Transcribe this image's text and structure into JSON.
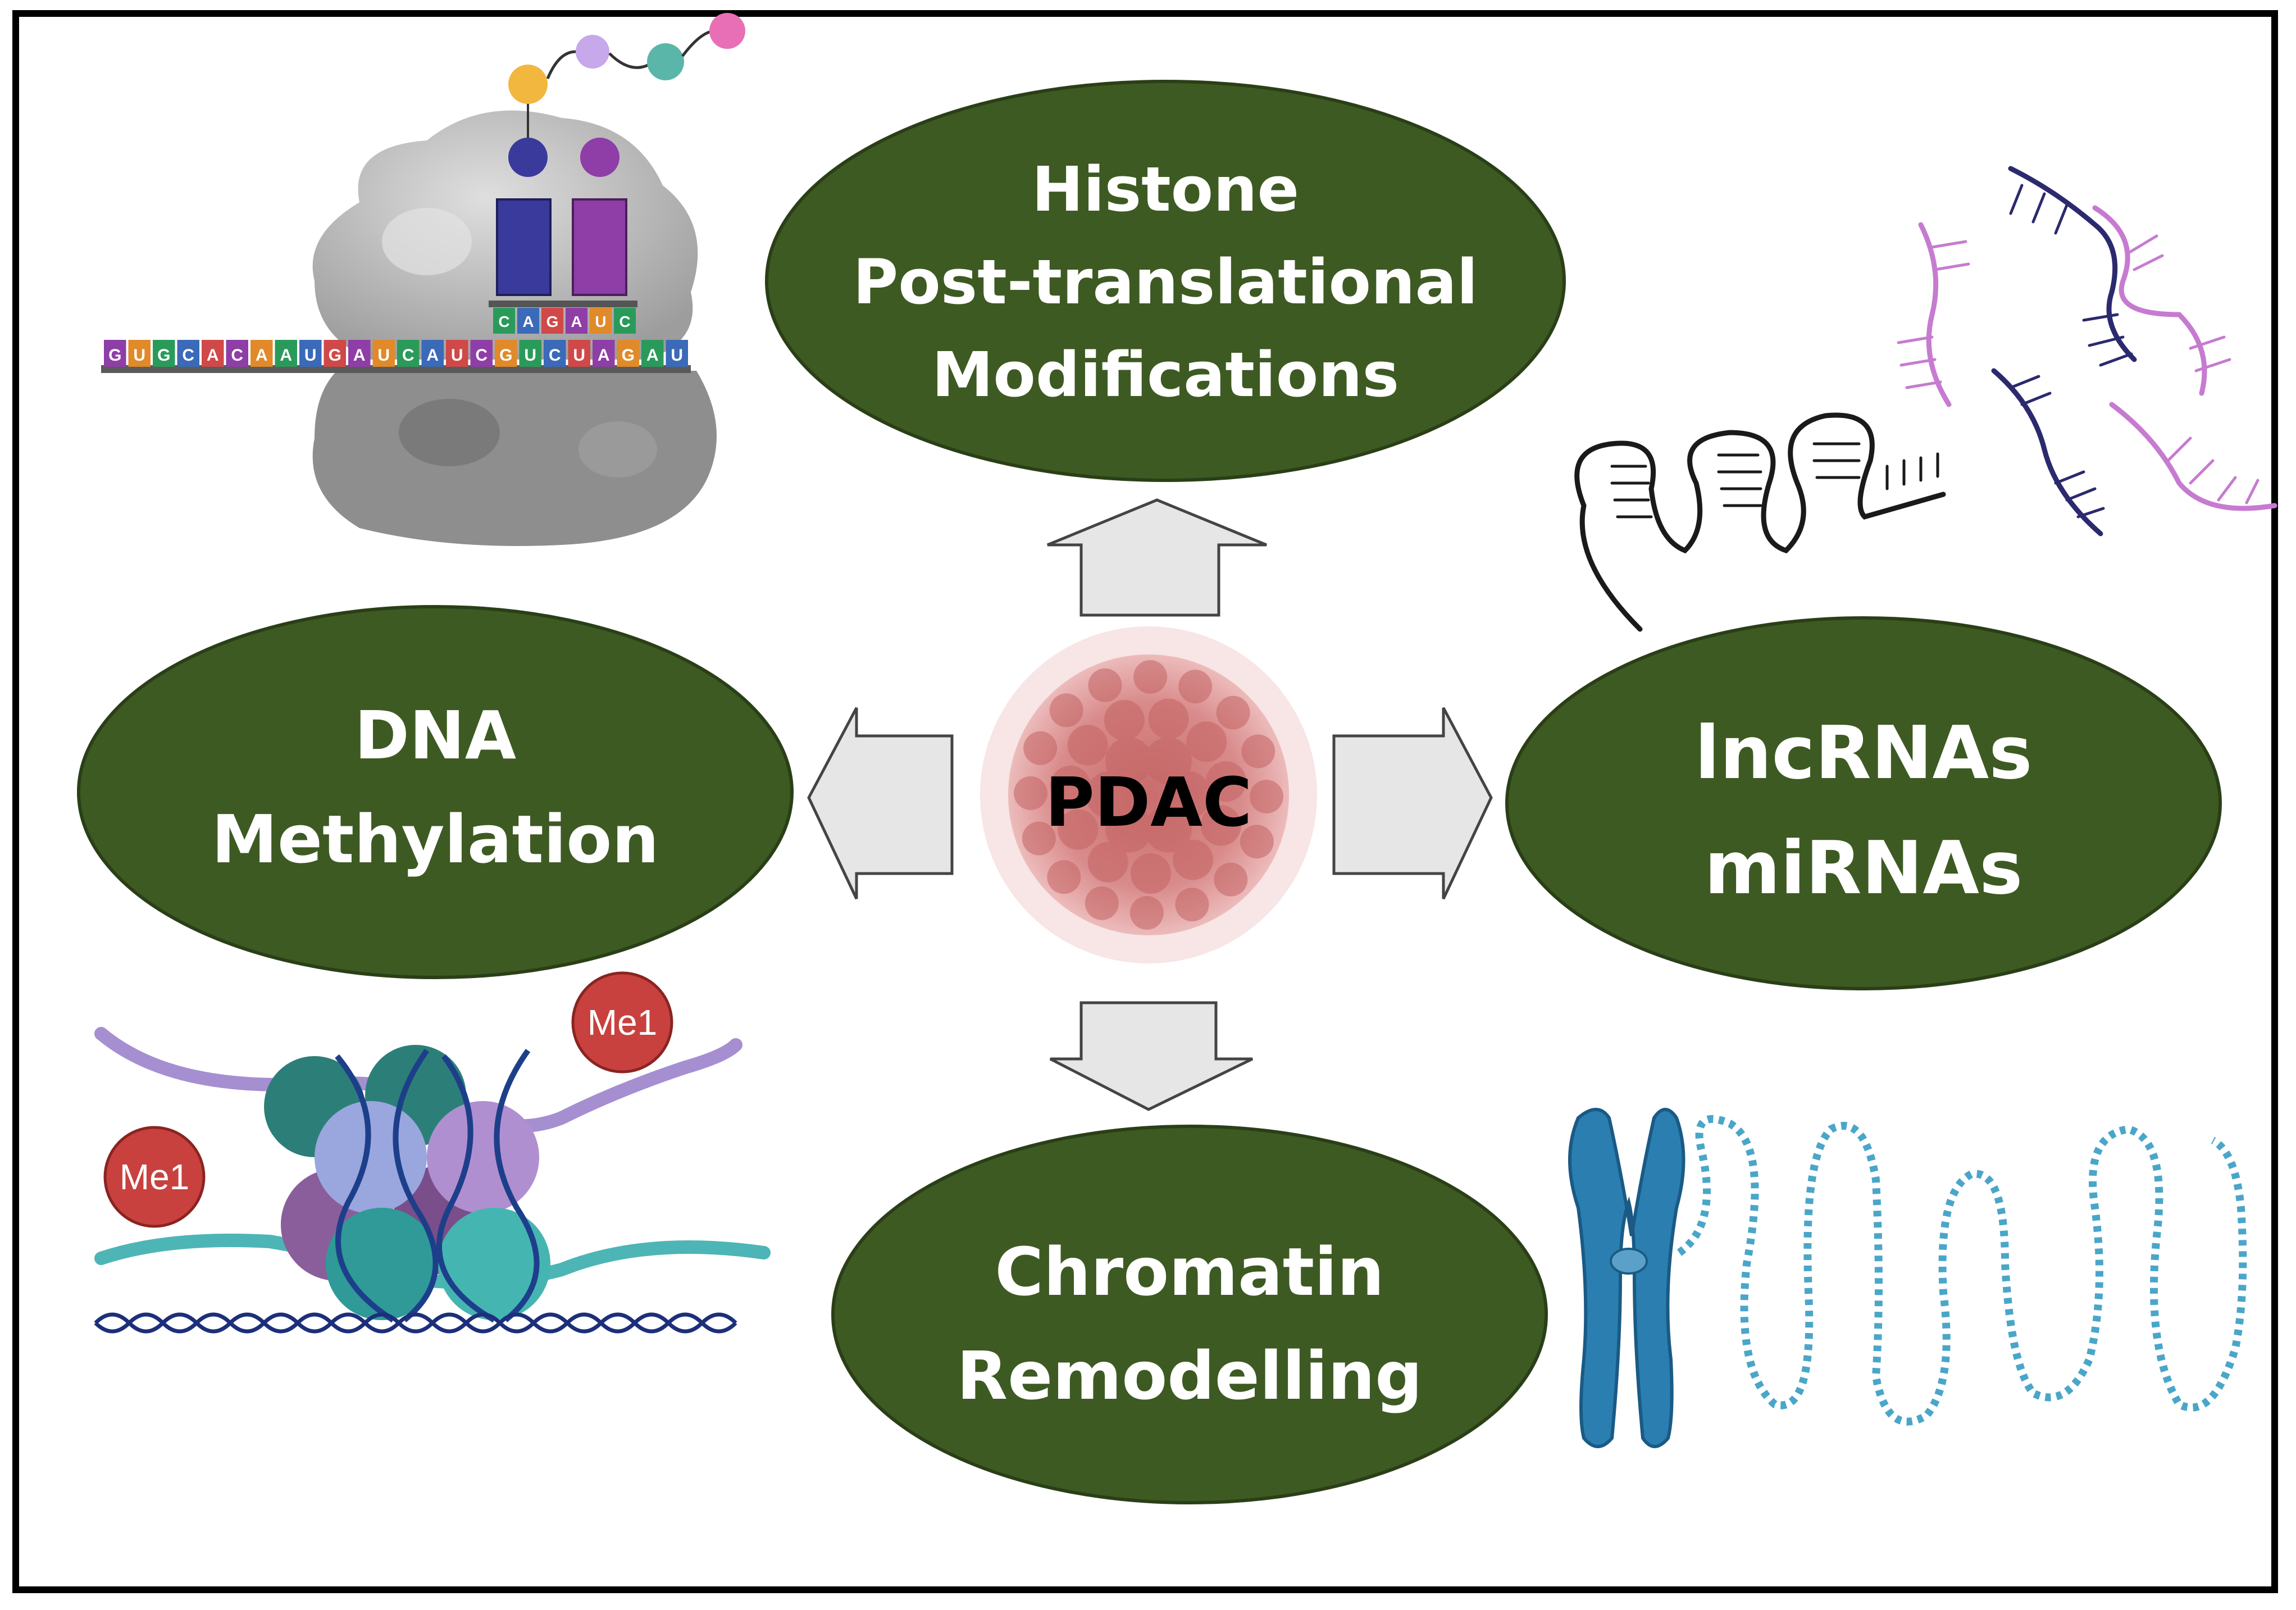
{
  "center": {
    "label": "PDAC"
  },
  "nodes": {
    "histone": {
      "lines": [
        "Histone",
        "Post-translational",
        "Modifications"
      ]
    },
    "dna": {
      "lines": [
        "DNA",
        "Methylation"
      ]
    },
    "rna": {
      "lines": [
        "lncRNAs",
        "miRNAs"
      ]
    },
    "chromatin": {
      "lines": [
        "Chromatin",
        "Remodelling"
      ]
    }
  },
  "badges": {
    "me1_right": "Me1",
    "me1_left": "Me1"
  },
  "ribosome": {
    "strand_letters": [
      "G",
      "U",
      "G",
      "C",
      "A",
      "C",
      "A",
      "A",
      "U",
      "G",
      "A",
      "U",
      "C",
      "A",
      "U",
      "C",
      "G",
      "U",
      "C",
      "U",
      "A",
      "G",
      "A",
      "U"
    ],
    "codon_letters": [
      "C",
      "A",
      "G",
      "A",
      "U",
      "C"
    ]
  },
  "colors": {
    "ellipse_fill": "#3d5a22",
    "ellipse_text": "#ffffff",
    "arrow_fill": "#e6e6e6",
    "arrow_stroke": "#444444",
    "tumor": "#d98888",
    "badge": "#c8413e",
    "chromosome": "#2a7fb0",
    "dna_dots": "#4aa6c9"
  }
}
